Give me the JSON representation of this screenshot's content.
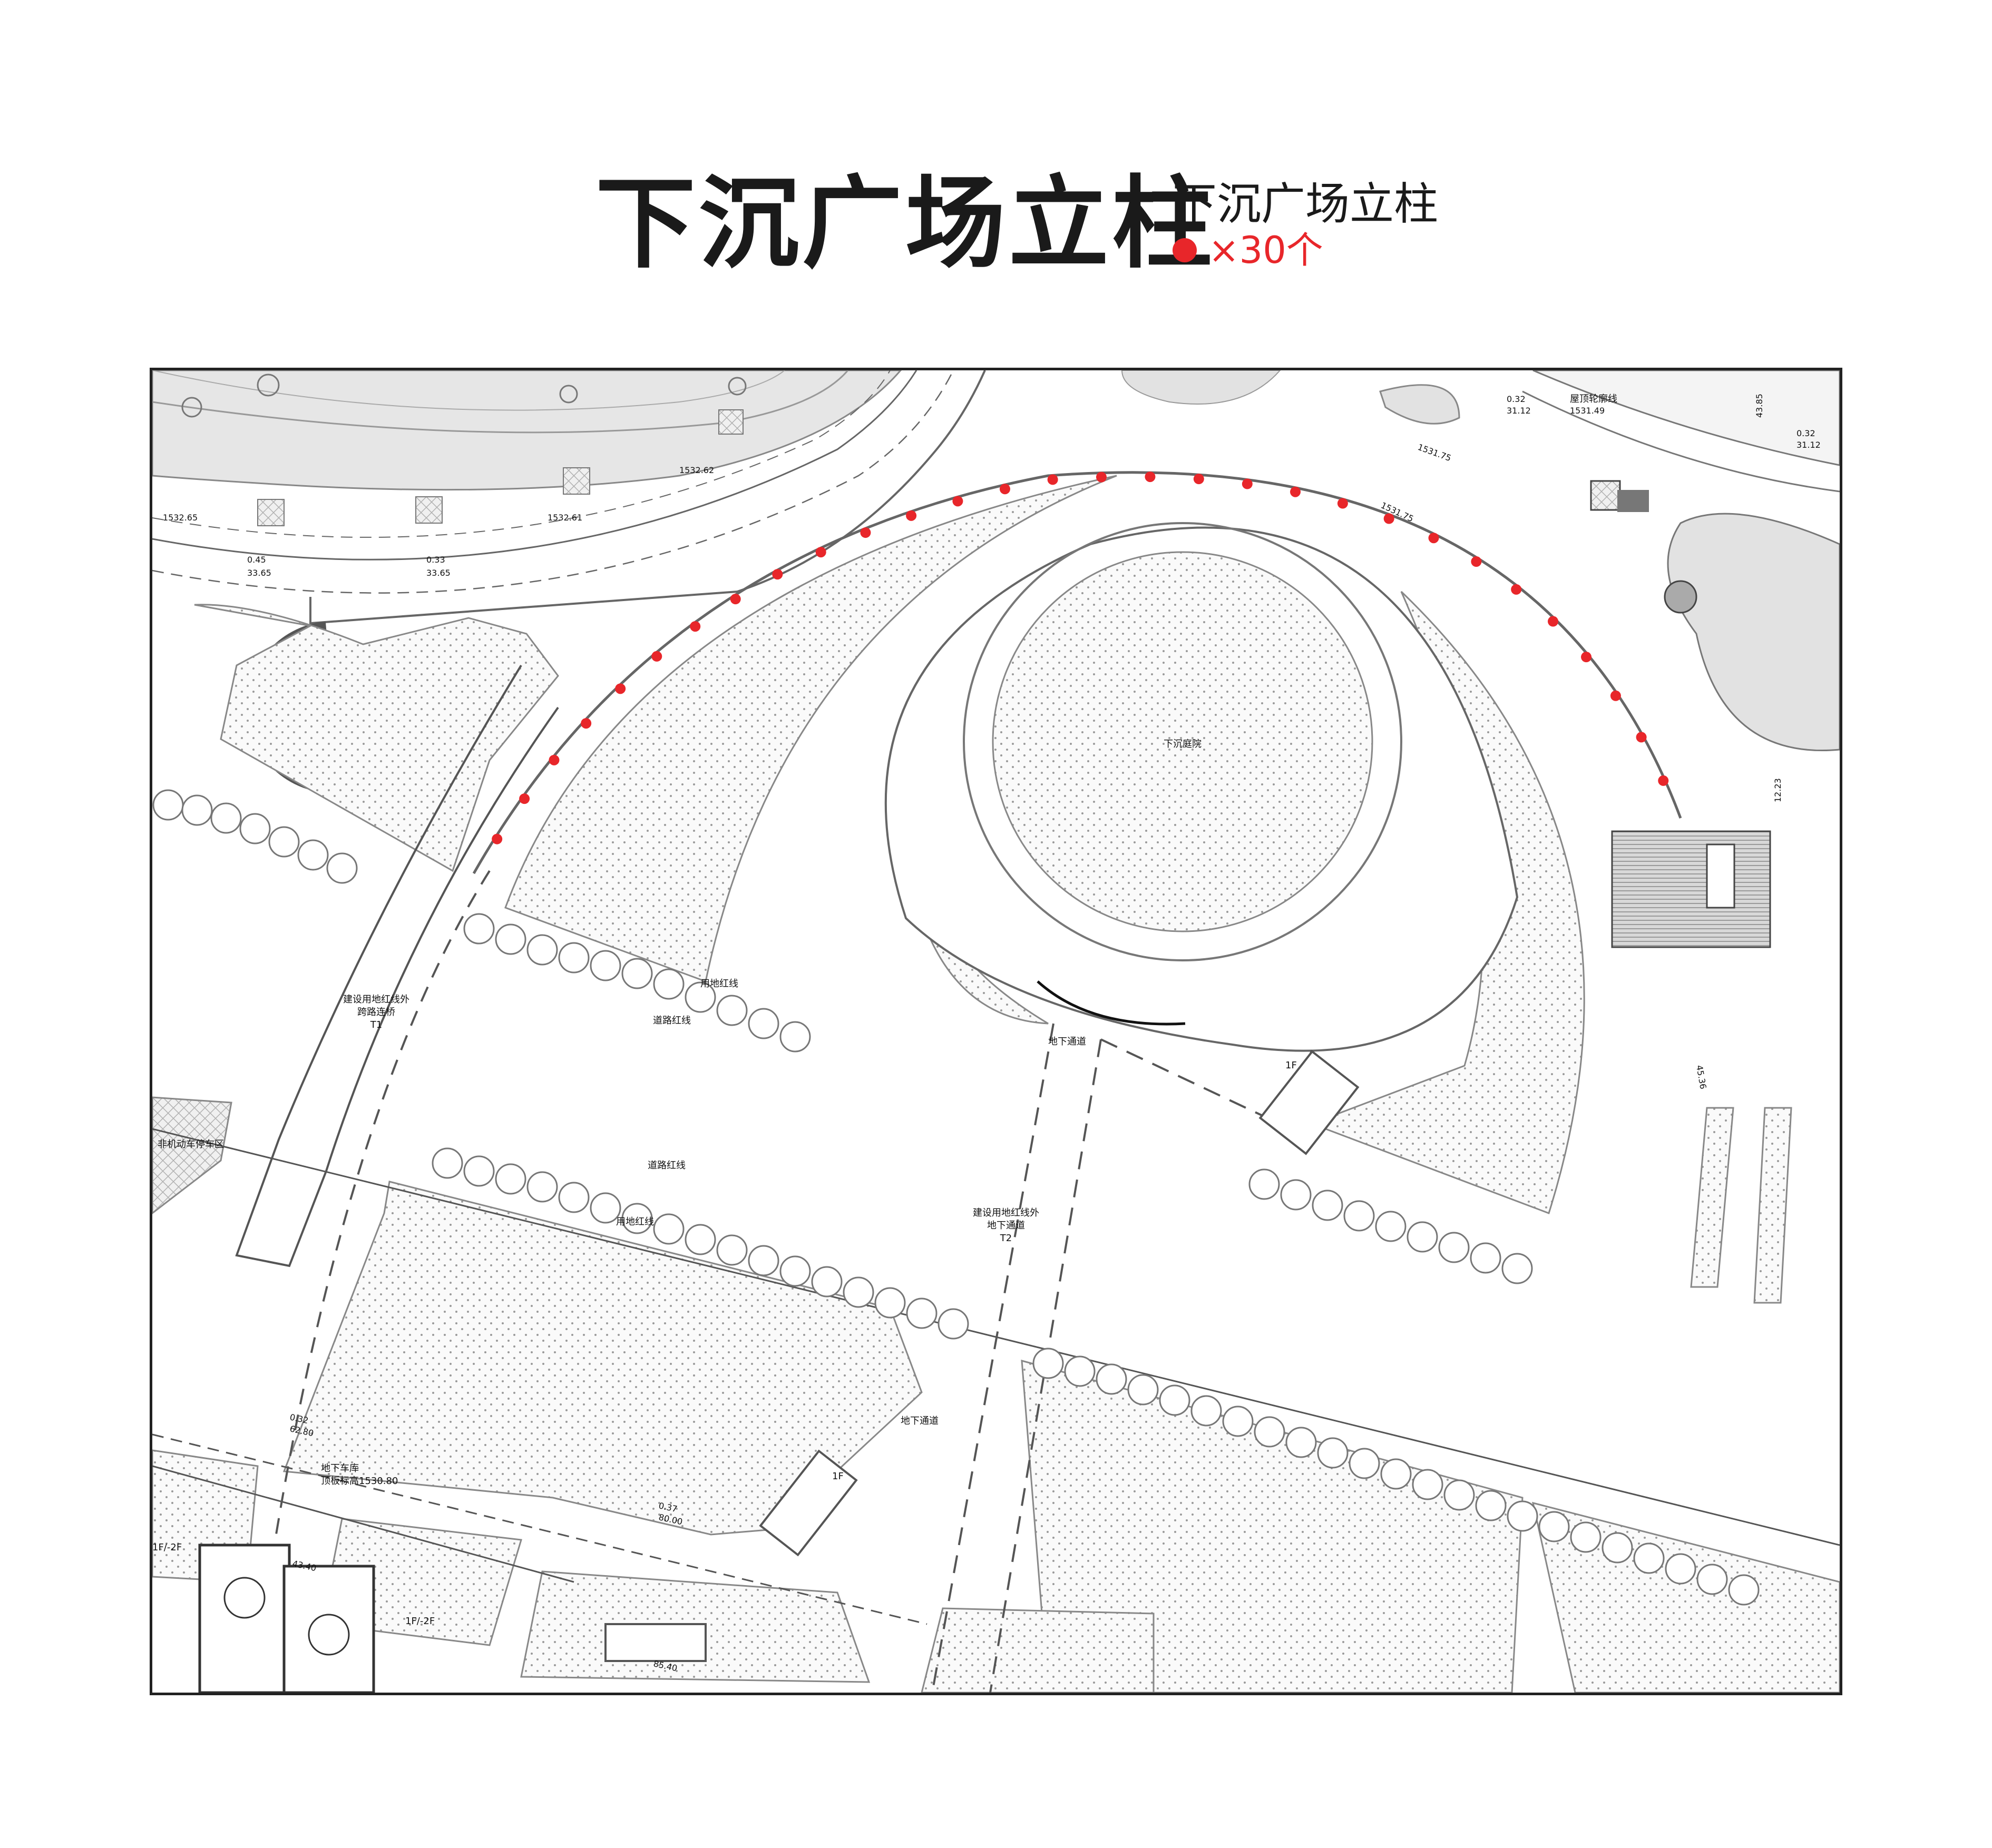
{
  "title": "下沉广场立柱",
  "legend": {
    "label": "下沉广场立柱",
    "count_text": "×30个",
    "marker_color": "#e8262a",
    "marker_count": 30
  },
  "plan": {
    "labels": {
      "courtyard": "下沉庭院",
      "bridge_a": "建设用地红线外",
      "bridge_b": "跨路连桥",
      "bridge_c": "T1",
      "tunnel_a": "建设用地红线外",
      "tunnel_b": "地下通道",
      "tunnel_c": "T2",
      "underpass_1": "地下通道",
      "underpass_2": "地下通道",
      "land_line_1": "用地红线",
      "road_line_1": "道路红线",
      "road_line_2": "道路红线",
      "land_line_2": "用地红线",
      "roof_outline": "屋顶轮廓线",
      "garage_a": "地下车库",
      "garage_b": "顶板标高1530.80",
      "nonmotor": "非机动车停车区",
      "bldg_1f_a": "1F",
      "bldg_1f_b": "1F",
      "floors": "1F/-2F",
      "floors_b": "1F/-2F"
    },
    "dims": {
      "d1": "0.45",
      "d2": "33.65",
      "d3": "0.33",
      "d4": "33.65",
      "d5": "1532.65",
      "d6": "1532.61",
      "d7": "1532.62",
      "d8": "1531.75",
      "d9": "1531.75",
      "d10": "0.32",
      "d11": "31.12",
      "d12": "43.85",
      "d13": "0.32",
      "d14": "31.12",
      "d15": "12.23",
      "d16": "45.36",
      "d17": "0.32",
      "d18": "62.80",
      "d19": "0.37",
      "d20": "80.00",
      "d21": "43.40",
      "d22": "85.40",
      "d23": "1531.49"
    }
  }
}
